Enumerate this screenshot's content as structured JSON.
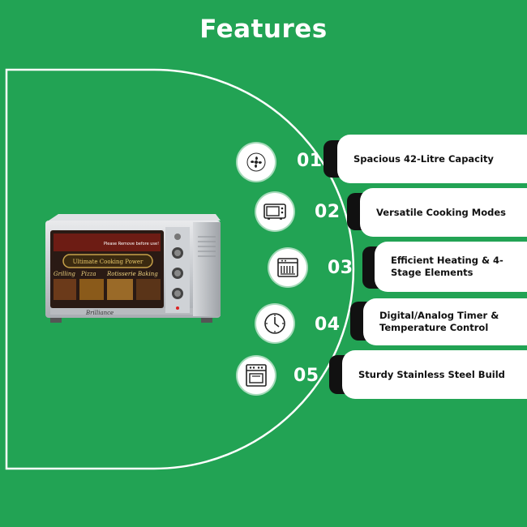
{
  "title": "Features",
  "features": [
    {
      "number": "01",
      "label": "Spacious 42-Litre Capacity",
      "icon": "fan-icon"
    },
    {
      "number": "02",
      "label": "Versatile Cooking Modes",
      "icon": "microwave-icon"
    },
    {
      "number": "03",
      "label": "Efficient Heating & 4-Stage Elements",
      "icon": "heating-element-icon"
    },
    {
      "number": "04",
      "label": "Digital/Analog Timer & Temperature Control",
      "icon": "clock-icon"
    },
    {
      "number": "05",
      "label": "Sturdy Stainless Steel Build",
      "icon": "stove-oven-icon"
    }
  ],
  "product_image": {
    "brand_text": "Brilliance",
    "banner_text": "Ultimate Cooking Power",
    "modes": [
      "Grilling",
      "Pizza",
      "Rotisserie",
      "Baking"
    ],
    "notice_text": "Please Remove before use!"
  },
  "colors": {
    "background": "#22a354",
    "card": "#ffffff",
    "tab": "#111111",
    "text": "#111111"
  }
}
